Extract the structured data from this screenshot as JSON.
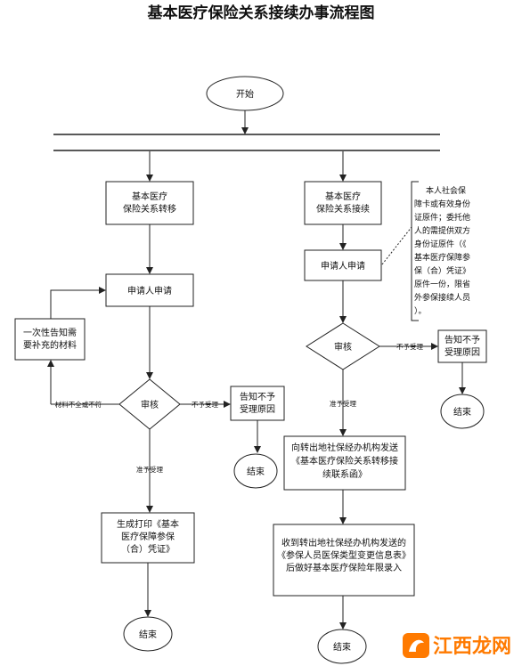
{
  "title": "基本医疗保险关系接续办事流程图",
  "nodes": {
    "start": "开始",
    "transfer": [
      "基本医疗",
      "保险关系转移"
    ],
    "continue": [
      "基本医疗",
      "保险关系接续"
    ],
    "apply_left": "申请人申请",
    "apply_right": "申请人申请",
    "notify_supplement": [
      "一次性告知需",
      "要补充的材料"
    ],
    "review_left": "审核",
    "review_right": "审核",
    "reject_left": [
      "告知不予",
      "受理原因"
    ],
    "reject_right": [
      "告知不予",
      "受理原因"
    ],
    "end_reject_left": "结束",
    "end_reject_right": "结束",
    "print_voucher": [
      "生成打印《基本",
      "医疗保障参保",
      "（合）凭证》"
    ],
    "send_letter": [
      "向转出地社保经办机构发送",
      "《基本医疗保险关系转移接",
      "续联系函》"
    ],
    "receive_info": [
      "收到转出地社保经办机构发送的",
      "《参保人员医保类型变更信息表》",
      "后做好基本医疗保险年限录入"
    ],
    "end_left": "结束",
    "end_right": "结束"
  },
  "edge_labels": {
    "incomplete": "材料不全或不符",
    "not_accepted_left": "不予受理",
    "accepted_left": "准予受理",
    "not_accepted_right": "不予受理",
    "accepted_right": "准予受理"
  },
  "note": [
    "本人社会保",
    "障卡或有效身份",
    "证原件；委托他",
    "人的需提供双方",
    "身份证原件（《",
    "基本医疗保障参",
    "保（合）凭证》",
    "原件一份，限省",
    "外参保接续人员",
    "）。"
  ],
  "watermark": "江西龙网"
}
